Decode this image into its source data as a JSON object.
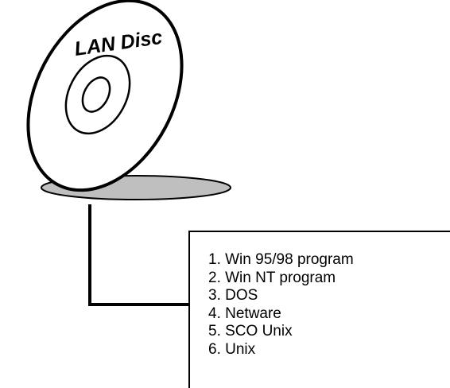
{
  "disc": {
    "label": "LAN Disc"
  },
  "drivers": {
    "items": [
      {
        "label": "1. Win 95/98 program"
      },
      {
        "label": "2. Win NT program"
      },
      {
        "label": "3. DOS"
      },
      {
        "label": "4. Netware"
      },
      {
        "label": "5. SCO Unix"
      },
      {
        "label": "6. Unix"
      }
    ]
  },
  "colors": {
    "ink": "#000000",
    "shadow": "#bfbfbf",
    "background": "#ffffff"
  }
}
